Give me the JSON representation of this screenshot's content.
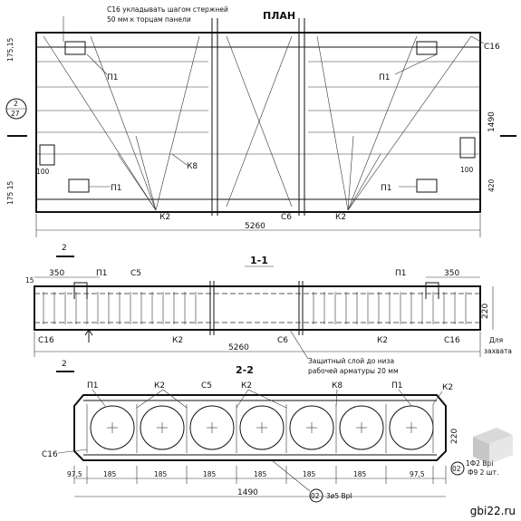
{
  "plan": {
    "title": "ПЛАН",
    "note_line1": "С16 укладывать шагом стержней",
    "note_line2": "50 мм к торцам панели",
    "dim_top": "175,15",
    "dim_100": "100",
    "dim_175_15": "175 15",
    "dim_1490": "1490",
    "dim_420": "420",
    "dim_5260": "5260",
    "ref_circle_top": "2",
    "ref_circle_bottom": "27",
    "label_p1": "П1",
    "label_c16": "С16",
    "label_k8": "К8",
    "label_k2": "К2",
    "label_c6": "С6",
    "section_mark": "2"
  },
  "section11": {
    "title": "1-1",
    "dim_15": "15",
    "dim_350": "350",
    "dim_220": "220",
    "dim_5260": "5260",
    "label_p1": "П1",
    "label_c5": "С5",
    "label_c16": "С16",
    "label_k2": "К2",
    "label_c6": "С6",
    "note_protect1": "Защитный слой до низа",
    "note_protect2": "рабочей арматуры  20 мм",
    "note_grip1": "Для",
    "note_grip2": "захвата",
    "section_mark": "2"
  },
  "section22": {
    "title": "2-2",
    "label_p1": "П1",
    "label_k2": "К2",
    "label_c5": "С5",
    "label_k8": "К8",
    "label_c16": "С16",
    "dim_220": "220",
    "dims_bottom": [
      "97,5",
      "185",
      "185",
      "185",
      "185",
      "185",
      "185",
      "97,5"
    ],
    "dim_1490": "1490",
    "ref_circle": "02",
    "ref_note": "3ø5 ВрI",
    "ref_note2": "1Ф2 ВрI",
    "ref_note3": "Ф9 2 шт."
  },
  "watermark": "gbi22.ru"
}
